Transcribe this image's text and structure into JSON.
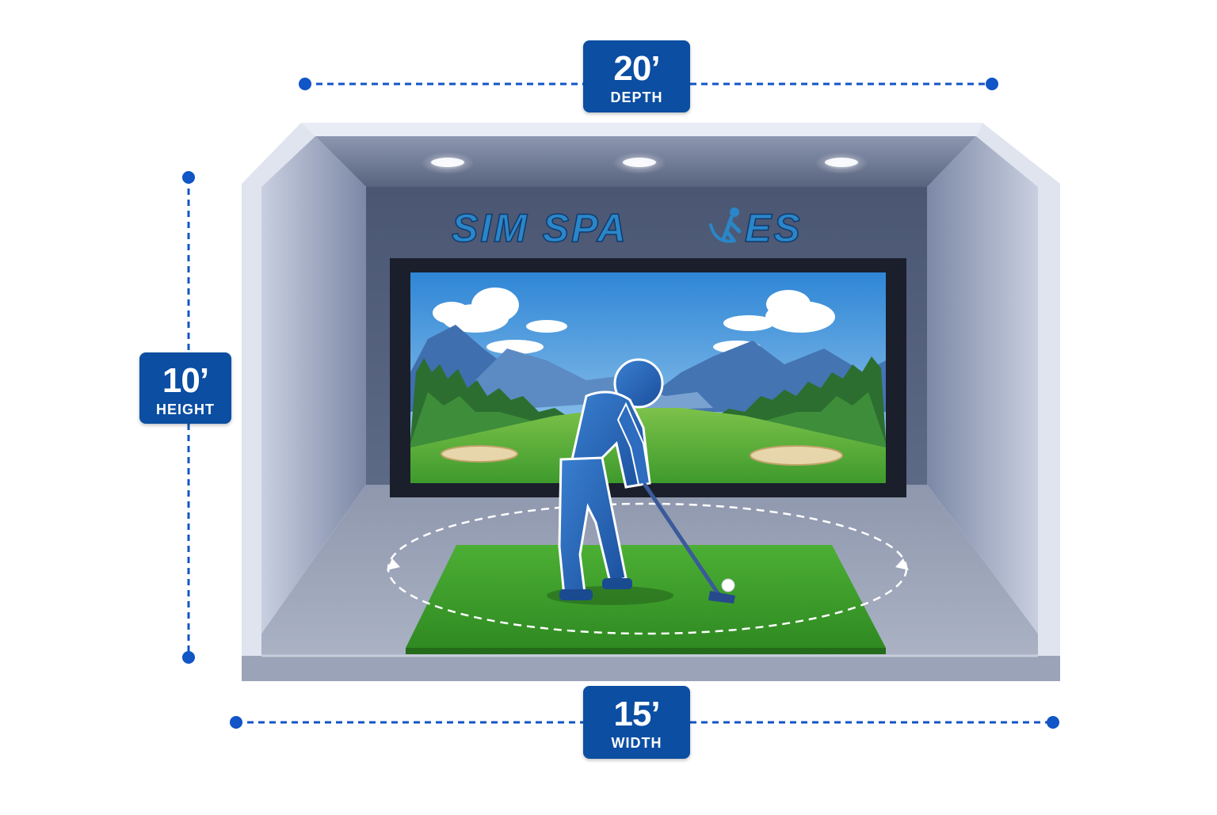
{
  "dimensions": {
    "depth": {
      "value": "20’",
      "label": "DEPTH"
    },
    "height": {
      "value": "10’",
      "label": "HEIGHT"
    },
    "width": {
      "value": "15’",
      "label": "WIDTH"
    }
  },
  "brand": {
    "name_part1": "SIM SPA",
    "name_part2": "ES"
  },
  "colors": {
    "accent": "#0b4ea2",
    "dimension_line": "#1155c6",
    "logo_text": "#2a86c8",
    "turf": "#3f9a2a",
    "golfer": "#1f5fb4"
  },
  "icons": [
    "golfer-logo-icon",
    "golfer-figure",
    "golf-ball-icon",
    "ceiling-light-icon"
  ]
}
